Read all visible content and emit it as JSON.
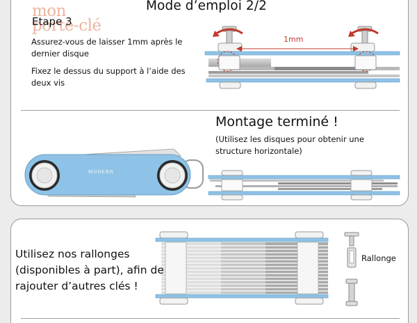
{
  "header": {
    "title": "Mode d’emploi 2/2",
    "logo_line1": "mon",
    "logo_line2": "porte-clé"
  },
  "step3": {
    "label": "Etape 3",
    "instruction_1": "Assurez-vous de laisser 1mm après le dernier disque",
    "instruction_2": "Fixez le dessus du support à l’aide des deux vis",
    "dimension": "1mm"
  },
  "finished": {
    "title": "Montage terminé !",
    "subtitle": "(Utilisez les disques pour obtenir une structure horizontale)",
    "product_brand": "MODERN"
  },
  "extensions": {
    "text": "Utilisez nos rallonges (disponibles à part), afin de rajouter d’autres clés !",
    "label": "Rallonge"
  },
  "colors": {
    "accent_blue": "#8ec2e6",
    "arrow_red": "#c0392b",
    "logo_peach": "#e9a88e",
    "panel_border": "#9a9a9a"
  }
}
